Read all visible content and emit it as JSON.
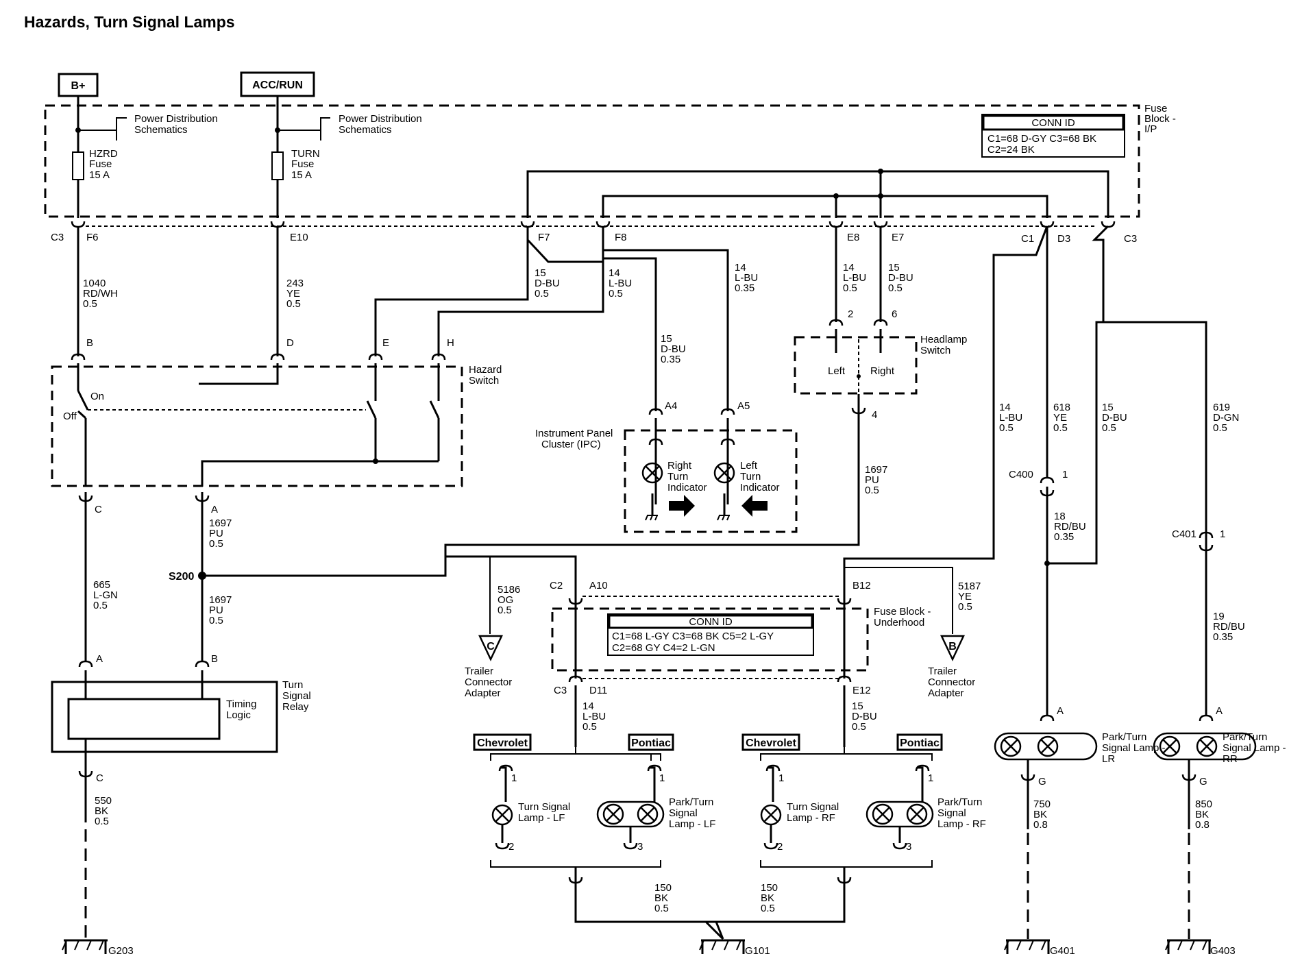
{
  "title": "Hazards, Turn Signal Lamps",
  "power": {
    "bplus": "B+",
    "accrun": "ACC/RUN"
  },
  "pds": [
    "Power Distribution",
    "Schematics"
  ],
  "fuses": {
    "hzrd": [
      "HZRD",
      "Fuse",
      "15 A"
    ],
    "turn": [
      "TURN",
      "Fuse",
      "15 A"
    ]
  },
  "fuse_block_ip": [
    "Fuse",
    "Block -",
    "I/P"
  ],
  "conn_ip": {
    "title": "CONN ID",
    "line1": "C1=68 D-GY   C3=68 BK",
    "line2": "C2=24 BK"
  },
  "pins": {
    "c3": "C3",
    "f6": "F6",
    "e10": "E10",
    "f7": "F7",
    "f8": "F8",
    "e8": "E8",
    "e7": "E7",
    "c1": "C1",
    "d3": "D3",
    "c3b": "C3",
    "b": "B",
    "d": "D",
    "e": "E",
    "h": "H",
    "c": "C",
    "a": "A",
    "a4": "A4",
    "a5": "A5",
    "p2": "2",
    "p6": "6",
    "p4": "4",
    "c400": "C400",
    "n1": "1",
    "c401": "C401",
    "n1b": "1",
    "c2": "C2",
    "a10": "A10",
    "b12": "B12",
    "c3c": "C3",
    "d11": "D11",
    "e12": "E12",
    "ra": "A",
    "rb": "B",
    "rc": "C",
    "la": "A",
    "lg": "G",
    "la2": "A",
    "lg2": "G",
    "t1": "1",
    "t2": "2",
    "t3": "1",
    "t4": "3",
    "t5": "1",
    "t6": "2",
    "t7": "1",
    "t8": "3",
    "s200": "S200"
  },
  "wires": {
    "w1040": [
      "1040",
      "RD/WH",
      "0.5"
    ],
    "w243": [
      "243",
      "YE",
      "0.5"
    ],
    "w15dbu": [
      "15",
      "D-BU",
      "0.5"
    ],
    "w14lbu": [
      "14",
      "L-BU",
      "0.5"
    ],
    "w14lbu35": [
      "14",
      "L-BU",
      "0.35"
    ],
    "w15dbu35": [
      "15",
      "D-BU",
      "0.35"
    ],
    "w14lbuE8": [
      "14",
      "L-BU",
      "0.5"
    ],
    "w15dbuE7": [
      "15",
      "D-BU",
      "0.5"
    ],
    "w14lbuR": [
      "14",
      "L-BU",
      "0.5"
    ],
    "w618": [
      "618",
      "YE",
      "0.5"
    ],
    "w15dbuR": [
      "15",
      "D-BU",
      "0.5"
    ],
    "w619": [
      "619",
      "D-GN",
      "0.5"
    ],
    "w1697a": [
      "1697",
      "PU",
      "0.5"
    ],
    "w1697b": [
      "1697",
      "PU",
      "0.5"
    ],
    "w1697c": [
      "1697",
      "PU",
      "0.5"
    ],
    "w665": [
      "665",
      "L-GN",
      "0.5"
    ],
    "w550": [
      "550",
      "BK",
      "0.5"
    ],
    "w18": [
      "18",
      "RD/BU",
      "0.35"
    ],
    "w19": [
      "19",
      "RD/BU",
      "0.35"
    ],
    "w5186": [
      "5186",
      "OG",
      "0.5"
    ],
    "w5187": [
      "5187",
      "YE",
      "0.5"
    ],
    "w14lbuD11": [
      "14",
      "L-BU",
      "0.5"
    ],
    "w15dbuE12": [
      "15",
      "D-BU",
      "0.5"
    ],
    "w150a": [
      "150",
      "BK",
      "0.5"
    ],
    "w150b": [
      "150",
      "BK",
      "0.5"
    ],
    "w750": [
      "750",
      "BK",
      "0.8"
    ],
    "w850": [
      "850",
      "BK",
      "0.8"
    ]
  },
  "hazard_switch": [
    "Hazard",
    "Switch"
  ],
  "on": "On",
  "off": "Off",
  "headlamp_switch": [
    "Headlamp",
    "Switch"
  ],
  "left": "Left",
  "right": "Right",
  "ipc": [
    "Instrument Panel",
    "Cluster (IPC)"
  ],
  "right_ind": [
    "Right",
    "Turn",
    "Indicator"
  ],
  "left_ind": [
    "Left",
    "Turn",
    "Indicator"
  ],
  "relay": [
    "Turn",
    "Signal",
    "Relay"
  ],
  "timing": [
    "Timing",
    "Logic"
  ],
  "fuse_block_uh": [
    "Fuse Block -",
    "Underhood"
  ],
  "conn_uh": {
    "title": "CONN ID",
    "line1": "C1=68 L-GY  C3=68 BK   C5=2 L-GY",
    "line2": "C2=68 GY     C4=2 L-GN"
  },
  "trailer_c": {
    "letter": "C",
    "label": [
      "Trailer",
      "Connector",
      "Adapter"
    ]
  },
  "trailer_b": {
    "letter": "B",
    "label": [
      "Trailer",
      "Connector",
      "Adapter"
    ]
  },
  "chev": "Chevrolet",
  "pont": "Pontiac",
  "lamps": {
    "lf_turn": [
      "Turn Signal",
      "Lamp - LF"
    ],
    "lf_park": [
      "Park/Turn",
      "Signal",
      "Lamp - LF"
    ],
    "rf_turn": [
      "Turn Signal",
      "Lamp - RF"
    ],
    "rf_park": [
      "Park/Turn",
      "Signal",
      "Lamp - RF"
    ],
    "lr": [
      "Park/Turn",
      "Signal Lamp -",
      "LR"
    ],
    "rr": [
      "Park/Turn",
      "Signal Lamp -",
      "RR"
    ]
  },
  "grounds": {
    "g203": "G203",
    "g101": "G101",
    "g401": "G401",
    "g403": "G403"
  }
}
